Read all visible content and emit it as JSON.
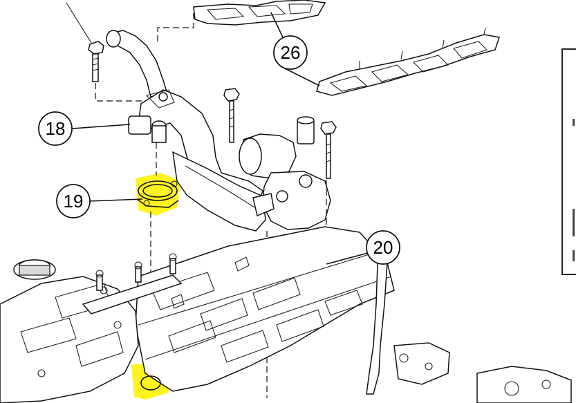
{
  "callouts": {
    "c18": "18",
    "c19": "19",
    "c20": "20",
    "c26": "26"
  },
  "colors": {
    "highlight": "#fff200",
    "line": "#111111",
    "background": "#ffffff"
  },
  "highlighted_parts": [
    "19",
    "20"
  ]
}
